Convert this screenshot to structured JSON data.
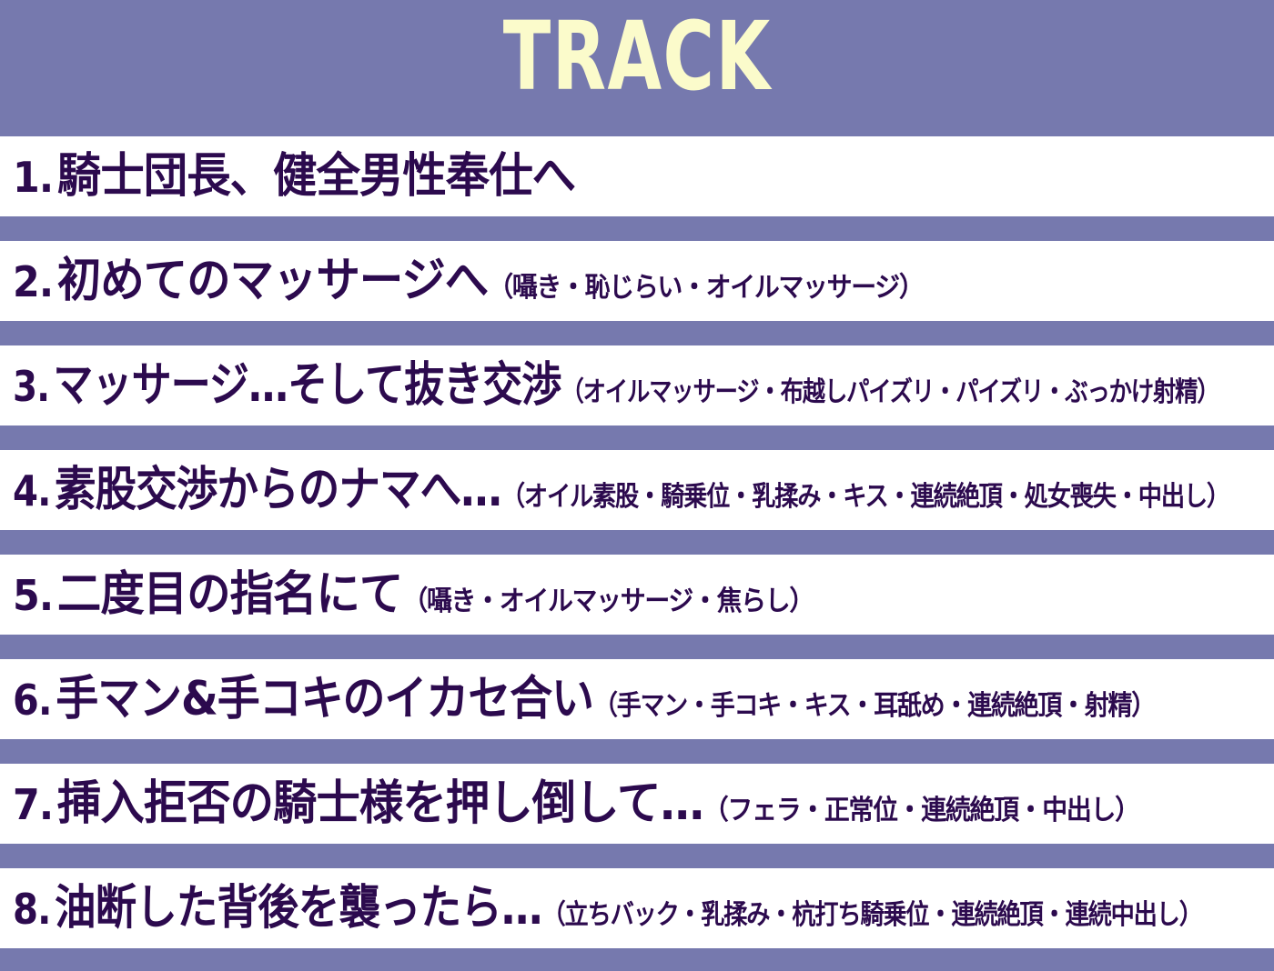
{
  "header": {
    "title": "TRACK",
    "background_color": "#7679ae",
    "text_color": "#fbfbcb"
  },
  "theme": {
    "separator_color": "#7679ae",
    "row_background": "#ffffff",
    "row_text_color": "#2c0a4e"
  },
  "tracks": [
    {
      "number": "1.",
      "title": "騎士団長、健全男性奉仕へ",
      "tags": ""
    },
    {
      "number": "2.",
      "title": "初めてのマッサージへ",
      "tags": "（囁き・恥じらい・オイルマッサージ）"
    },
    {
      "number": "3.",
      "title": "マッサージ…そして抜き交渉",
      "tags": "（オイルマッサージ・布越しパイズリ・パイズリ・ぶっかけ射精）"
    },
    {
      "number": "4.",
      "title": "素股交渉からのナマへ…",
      "tags": "（オイル素股・騎乗位・乳揉み・キス・連続絶頂・処女喪失・中出し）"
    },
    {
      "number": "5.",
      "title": "二度目の指名にて",
      "tags": "（囁き・オイルマッサージ・焦らし）"
    },
    {
      "number": "6.",
      "title": "手マン&手コキのイカセ合い",
      "tags": "（手マン・手コキ・キス・耳舐め・連続絶頂・射精）"
    },
    {
      "number": "7.",
      "title": "挿入拒否の騎士様を押し倒して…",
      "tags": "（フェラ・正常位・連続絶頂・中出し）"
    },
    {
      "number": "8.",
      "title": "油断した背後を襲ったら…",
      "tags": "（立ちバック・乳揉み・杭打ち騎乗位・連続絶頂・連続中出し）"
    }
  ]
}
